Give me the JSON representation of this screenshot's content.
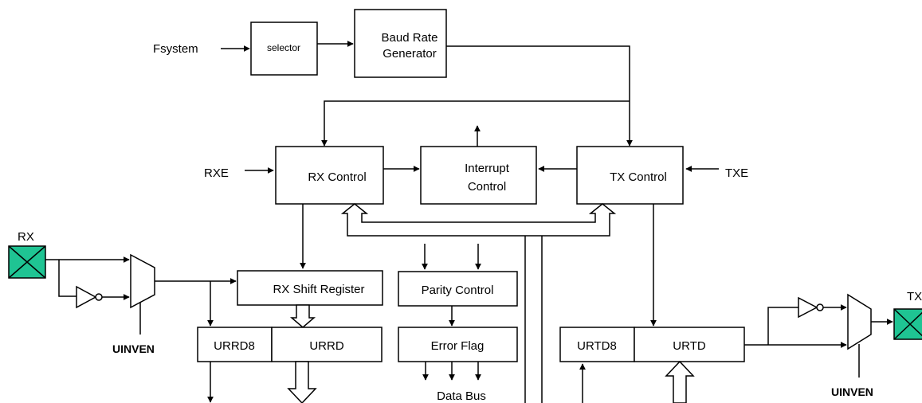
{
  "colors": {
    "pin_fill": "#1fc493",
    "line": "#000000",
    "box_fill": "#ffffff"
  },
  "inputs": {
    "fsystem": "Fsystem",
    "rxe": "RXE",
    "txe": "TXE"
  },
  "blocks": {
    "selector": "selector",
    "baud_line1": "Baud Rate",
    "baud_line2": "Generator",
    "rx_control": "RX Control",
    "interrupt_line1": "Interrupt",
    "interrupt_line2": "Control",
    "tx_control": "TX Control",
    "rx_shift_register": "RX Shift Register",
    "parity_control": "Parity Control",
    "error_flag": "Error Flag",
    "urrd8": "URRD8",
    "urrd": "URRD",
    "urtd8": "URTD8",
    "urtd": "URTD"
  },
  "pins": {
    "rx": "RX",
    "tx": "TX"
  },
  "labels": {
    "uinven_rx": "UINVEN",
    "uinven_tx": "UINVEN",
    "data_bus": "Data Bus"
  }
}
